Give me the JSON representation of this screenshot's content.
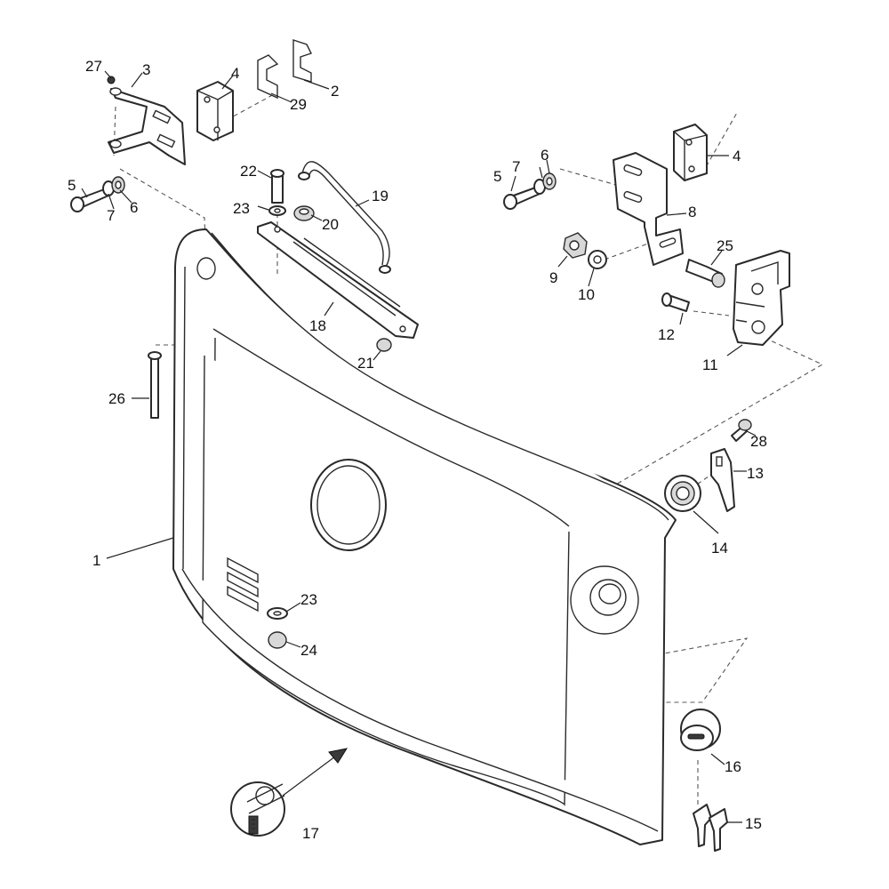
{
  "diagram": {
    "callouts": {
      "c1": "1",
      "c2": "2",
      "c3": "3",
      "c4a": "4",
      "c4b": "4",
      "c5a": "5",
      "c5b": "5",
      "c6a": "6",
      "c6b": "6",
      "c7a": "7",
      "c7b": "7",
      "c8": "8",
      "c9": "9",
      "c10": "10",
      "c11": "11",
      "c12": "12",
      "c13": "13",
      "c14": "14",
      "c15": "15",
      "c16": "16",
      "c17": "17",
      "c18": "18",
      "c19": "19",
      "c20": "20",
      "c21": "21",
      "c22": "22",
      "c23a": "23",
      "c23b": "23",
      "c24": "24",
      "c25": "25",
      "c26": "26",
      "c27": "27",
      "c28": "28",
      "c29": "29"
    }
  }
}
